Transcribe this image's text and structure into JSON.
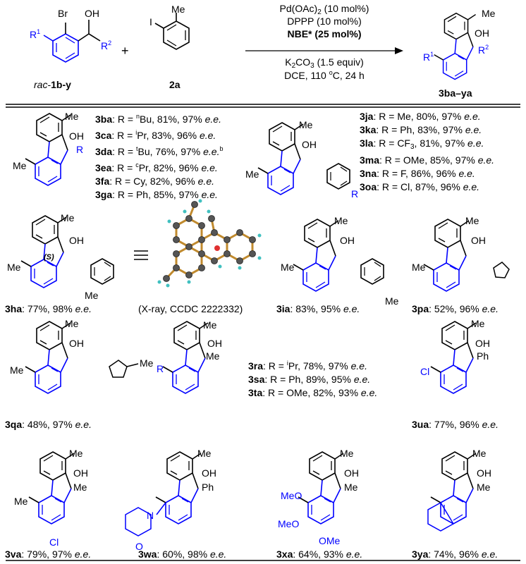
{
  "scheme": {
    "reagent_left_label": "rac-1b-y",
    "reagent_mid_label": "2a",
    "product_label": "3ba–ya",
    "plus": "+",
    "conditions": {
      "line1": "Pd(OAc)2 (10 mol%)",
      "line2": "DPPP (10 mol%)",
      "line3": "NBE* (25 mol%)",
      "line4": "K2CO3 (1.5 equiv)",
      "line5": "DCE, 110 °C, 24 h"
    },
    "atoms": {
      "Br": "Br",
      "OH": "OH",
      "R1": "R1",
      "R2": "R2",
      "I": "I",
      "Me": "Me"
    }
  },
  "series_a": [
    "3ba: R = nBu, 81%, 97% e.e.",
    "3ca: R = iPr, 83%, 96% e.e.",
    "3da: R = tBu, 76%, 97% e.e.b",
    "3ea: R = cPr, 82%, 96% e.e.",
    "3fa: R = Cy, 82%, 96% e.e.",
    "3ga: R = Ph, 85%, 97% e.e."
  ],
  "series_b": [
    "3ja: R = Me, 80%, 97% e.e.",
    "3ka: R = Ph, 83%, 97% e.e.",
    "3la: R = CF3, 81%, 97% e.e.",
    "3ma: R = OMe, 85%, 97% e.e.",
    "3na: R = F, 86%, 96% e.e.",
    "3oa: R = Cl, 87%, 96% e.e."
  ],
  "series_c": [
    "3ra: R = iPr, 78%, 97% e.e.",
    "3sa: R = Ph, 89%, 95% e.e.",
    "3ta: R = OMe, 82%, 93% e.e."
  ],
  "compounds": {
    "ha": "3ha: 77%, 98% e.e.",
    "xray": "(X-ray, CCDC 2222332)",
    "ia": "3ia: 83%, 95% e.e.",
    "pa": "3pa: 52%, 96% e.e.",
    "qa": "3qa: 48%, 97% e.e.",
    "ua": "3ua: 77%, 96% e.e.",
    "va": "3va: 79%, 97% e.e.",
    "wa": "3wa: 60%, 98% e.e.",
    "xa": "3xa: 64%, 93% e.e.",
    "ya": "3ya: 74%, 96% e.e."
  },
  "stereo_label": "(S)",
  "equiv_symbol": "≡"
}
